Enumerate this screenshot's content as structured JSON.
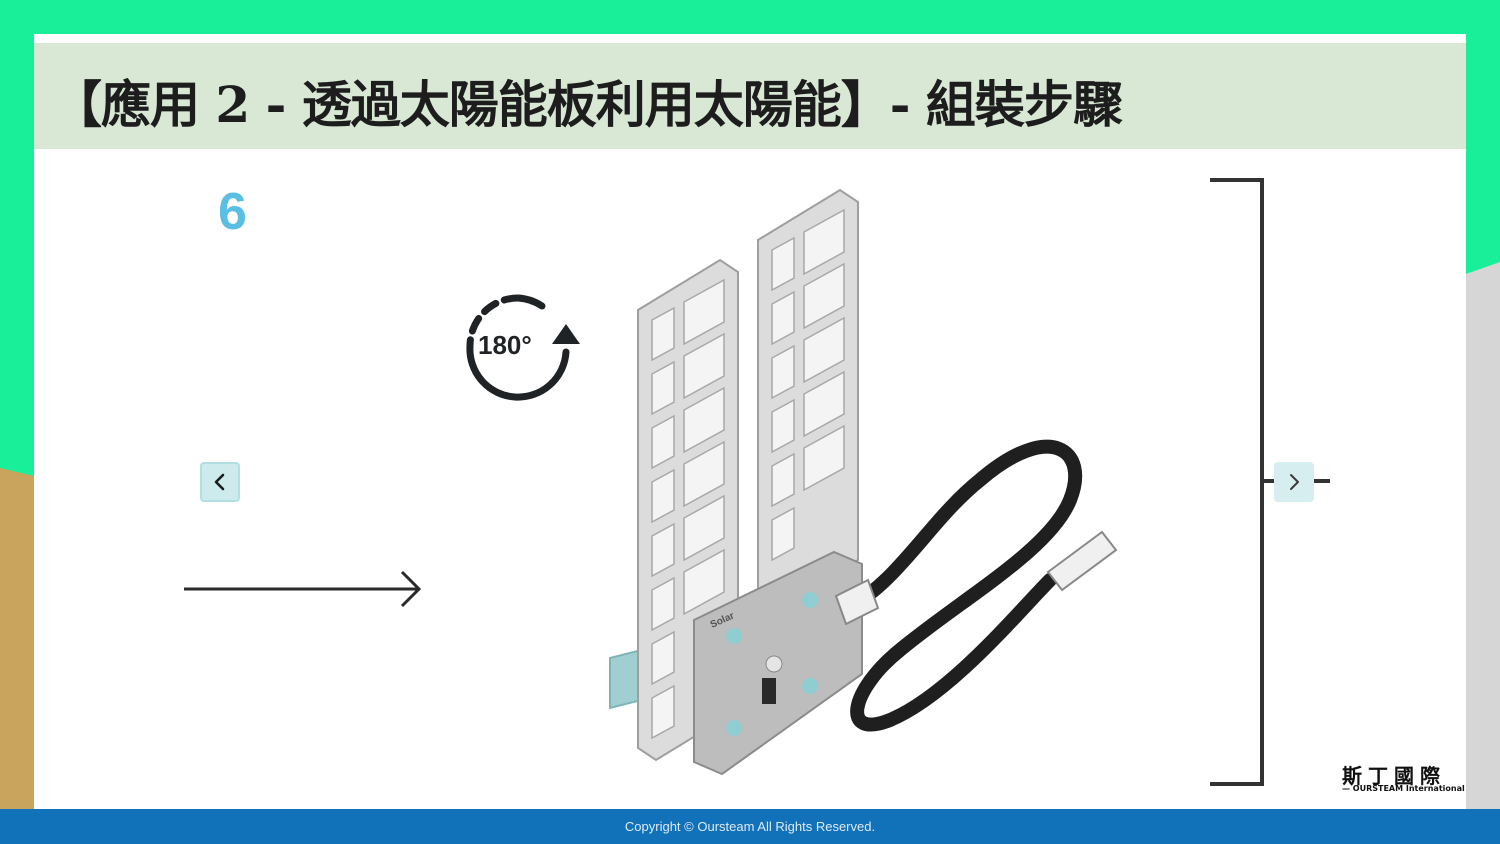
{
  "slide": {
    "title": "【應用 2 - 透過太陽能板利用太陽能】- 組裝步驟",
    "step_number": "6",
    "rotate_label": "180°"
  },
  "navigation": {
    "prev_icon": "chevron-left-icon",
    "next_icon": "chevron-right-icon"
  },
  "model": {
    "module_label": "Solar"
  },
  "logo": {
    "name_cn": "斯丁國際",
    "name_en": "— OURSTEAM International"
  },
  "footer": {
    "copyright": "Copyright © Oursteam All Rights Reserved."
  },
  "colors": {
    "background_green": "#18ef98",
    "background_tan": "#c9a45c",
    "title_band": "#d8e8d5",
    "step_number": "#5bbfe3",
    "footer_blue": "#1172b9",
    "nav_button": "#cdebed"
  }
}
